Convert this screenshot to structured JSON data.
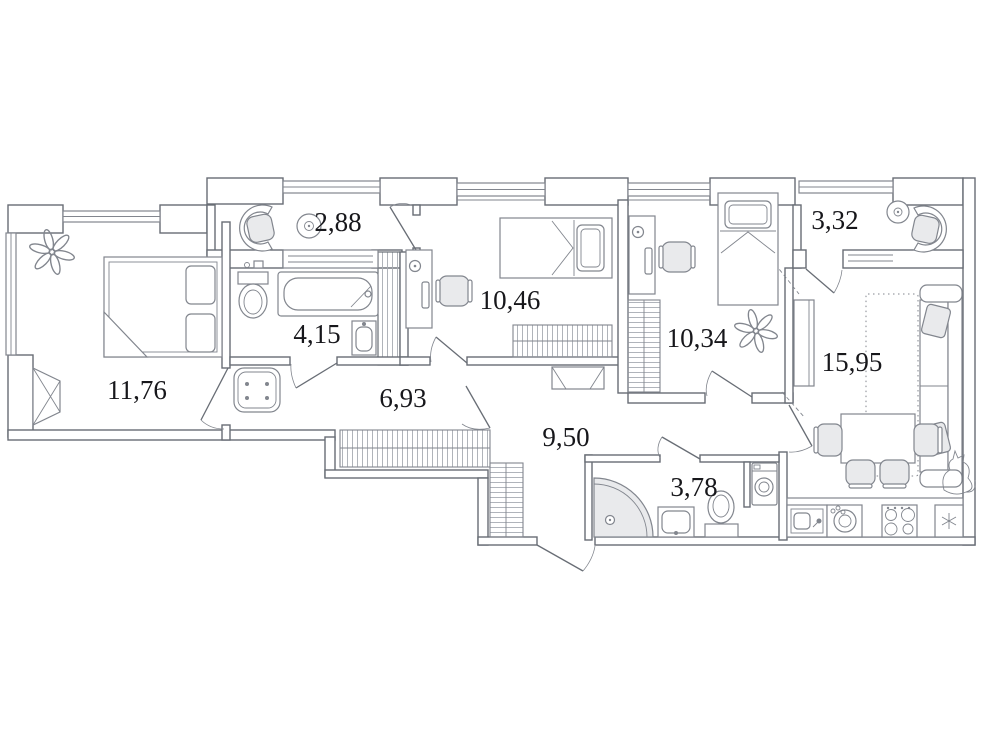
{
  "plan": {
    "type": "apartment-floor-plan",
    "rooms": {
      "bedroom_main": {
        "name": "bedroom-main",
        "area_label": "11,76"
      },
      "balcony_left": {
        "name": "balcony-left",
        "area_label": "2,88"
      },
      "bathroom_main": {
        "name": "bathroom-main",
        "area_label": "4,15"
      },
      "bedroom_child1": {
        "name": "bedroom-child-1",
        "area_label": "10,46"
      },
      "bedroom_child2": {
        "name": "bedroom-child-2",
        "area_label": "10,34"
      },
      "balcony_right": {
        "name": "balcony-right",
        "area_label": "3,32"
      },
      "corridor": {
        "name": "corridor",
        "area_label": "6,93"
      },
      "hallway": {
        "name": "hallway",
        "area_label": "9,50"
      },
      "bathroom_guest": {
        "name": "bathroom-guest",
        "area_label": "3,78"
      },
      "kitchen_living": {
        "name": "kitchen-living",
        "area_label": "15,95"
      }
    }
  },
  "colors": {
    "wall": "#686d75",
    "line": "#82868e",
    "soft": "#e9eaec",
    "text": "#17171b",
    "bg": "#ffffff"
  }
}
